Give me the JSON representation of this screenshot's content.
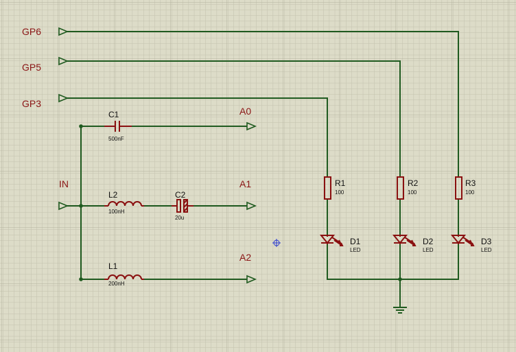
{
  "ports": {
    "gp6": "GP6",
    "gp5": "GP5",
    "gp3": "GP3",
    "in": "IN",
    "a0": "A0",
    "a1": "A1",
    "a2": "A2"
  },
  "components": {
    "c1": {
      "ref": "C1",
      "value": "500nF"
    },
    "l2": {
      "ref": "L2",
      "value": "100nH"
    },
    "c2": {
      "ref": "C2",
      "value": "20u"
    },
    "l1": {
      "ref": "L1",
      "value": "200nH"
    },
    "r1": {
      "ref": "R1",
      "value": "100"
    },
    "r2": {
      "ref": "R2",
      "value": "100"
    },
    "r3": {
      "ref": "R3",
      "value": "100"
    },
    "d1": {
      "ref": "D1",
      "value": "LED"
    },
    "d2": {
      "ref": "D2",
      "value": "LED"
    },
    "d3": {
      "ref": "D3",
      "value": "LED"
    }
  },
  "colors": {
    "background": "#dddcc8",
    "wire": "#1f5a1f",
    "component": "#8a1010",
    "label": "#8a1414"
  }
}
